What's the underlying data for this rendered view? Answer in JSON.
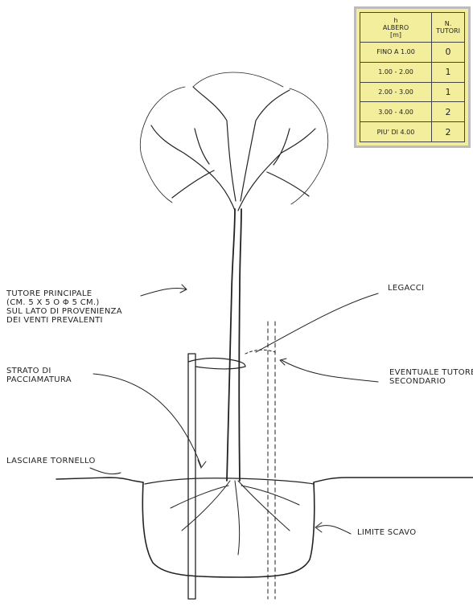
{
  "table": {
    "header_albero": {
      "h": "h",
      "label": "ALBERO",
      "unit": "[m]"
    },
    "header_tutori": {
      "n": "N.",
      "label": "TUTORI"
    },
    "rows": [
      {
        "range": "FINO A 1.00",
        "count": "0"
      },
      {
        "range": "1.00 - 2.00",
        "count": "1"
      },
      {
        "range": "2.00 - 3.00",
        "count": "1"
      },
      {
        "range": "3.00 - 4.00",
        "count": "2"
      },
      {
        "range": "PIU' DI 4.00",
        "count": "2"
      }
    ]
  },
  "labels": {
    "tutore_principale": [
      "TUTORE PRINCIPALE",
      "(cm. 5 x 5 o Φ 5 cm.)",
      "SUL LATO DI PROVENIENZA",
      "DEI VENTI PREVALENTI"
    ],
    "legacci": "LEGACCI",
    "strato": [
      "STRATO DI",
      "PACCIAMATURA"
    ],
    "eventuale": [
      "EVENTUALE TUTORE",
      "SECONDARIO"
    ],
    "tornello": "LASCIARE TORNELLO",
    "limite": "LIMITE SCAVO"
  },
  "colors": {
    "table_bg": "#f3ee9b",
    "table_border": "#bcbcbc",
    "ink": "#222222"
  }
}
